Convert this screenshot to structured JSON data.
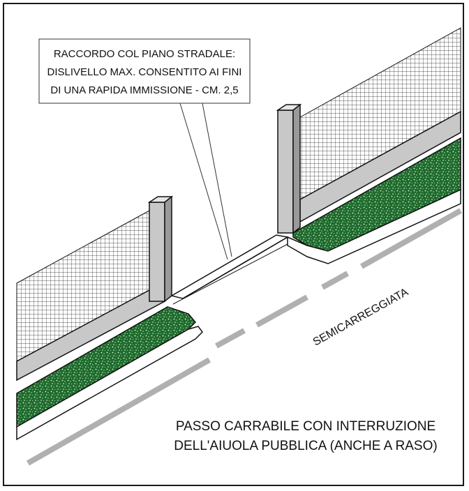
{
  "callout": {
    "line1": "RACCORDO COL PIANO STRADALE:",
    "line2": "DISLIVELLO MAX. CONSENTITO AI FINI",
    "line3": "DI UNA RAPIDA IMMISSIONE - CM. 2,5"
  },
  "road_label": "SEMICARREGGIATA",
  "caption": {
    "line1": "PASSO CARRABILE CON INTERRUZIONE",
    "line2": "DELL'AIUOLA PUBBLICA (ANCHE A RASO)"
  },
  "colors": {
    "frame": "#1a1a1a",
    "wall_fill": "#c8c8c8",
    "grass_dark": "#1e6b2c",
    "grass_light": "#e8f4e8",
    "dash": "#b0b0b0"
  }
}
